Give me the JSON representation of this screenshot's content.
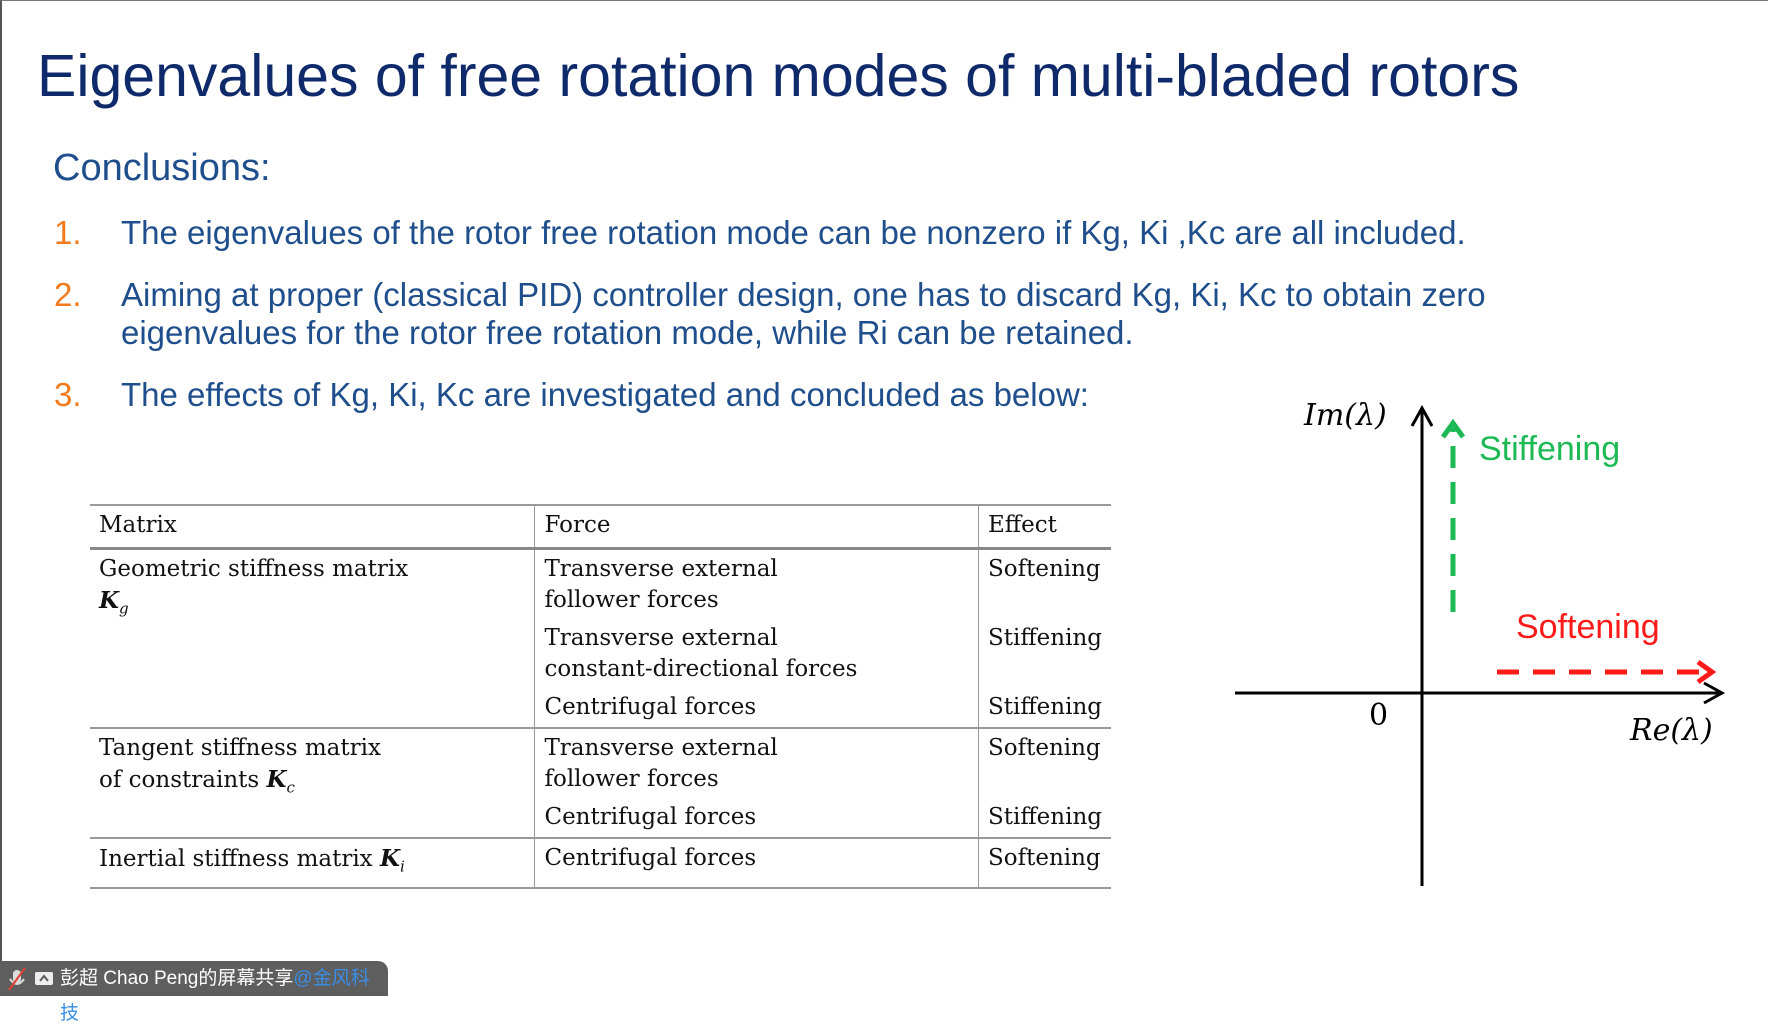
{
  "slide": {
    "title": "Eigenvalues of free rotation modes of multi-bladed rotors",
    "subtitle": "Conclusions:",
    "items": [
      {
        "num": "1.",
        "text": "The eigenvalues of the rotor free rotation mode can be nonzero if Kg, Ki ,Kc are all included."
      },
      {
        "num": "2.",
        "text": "Aiming at proper (classical PID) controller design, one has to discard Kg, Ki, Kc to obtain zero eigenvalues for the rotor free rotation mode, while Ri can be retained."
      },
      {
        "num": "3.",
        "text": "The effects of Kg, Ki, Kc are investigated and concluded as below:"
      }
    ]
  },
  "table": {
    "headers": [
      "Matrix",
      "Force",
      "Effect"
    ],
    "groups": [
      {
        "matrix": "Geometric stiffness matrix",
        "symbol": "K",
        "sub": "g",
        "rows": [
          {
            "force": [
              "Transverse external",
              "follower forces"
            ],
            "effect": "Softening"
          },
          {
            "force": [
              "Transverse external",
              "constant-directional forces"
            ],
            "effect": "Stiffening"
          },
          {
            "force": [
              "Centrifugal forces"
            ],
            "effect": "Stiffening"
          }
        ]
      },
      {
        "matrix": "Tangent stiffness matrix",
        "matrix2": "of constraints",
        "symbol": "K",
        "sub": "c",
        "rows": [
          {
            "force": [
              "Transverse external",
              "follower forces"
            ],
            "effect": "Softening"
          },
          {
            "force": [
              "Centrifugal forces"
            ],
            "effect": "Stiffening"
          }
        ]
      },
      {
        "matrix": "Inertial stiffness matrix",
        "symbol": "K",
        "sub": "i",
        "rows": [
          {
            "force": [
              "Centrifugal forces"
            ],
            "effect": "Softening"
          }
        ]
      }
    ]
  },
  "diagram": {
    "y_label": "Im(λ)",
    "x_label": "Re(λ)",
    "origin": "0",
    "stiffening_label": "Stiffening",
    "softening_label": "Softening",
    "stiffening_color": "#1db954",
    "softening_color": "#ff1a1a"
  },
  "share_bar": {
    "text": "彭超 Chao Peng的屏幕共享",
    "org": "@金风科技",
    "icons": [
      "mic-muted-icon",
      "screen-share-icon"
    ]
  }
}
